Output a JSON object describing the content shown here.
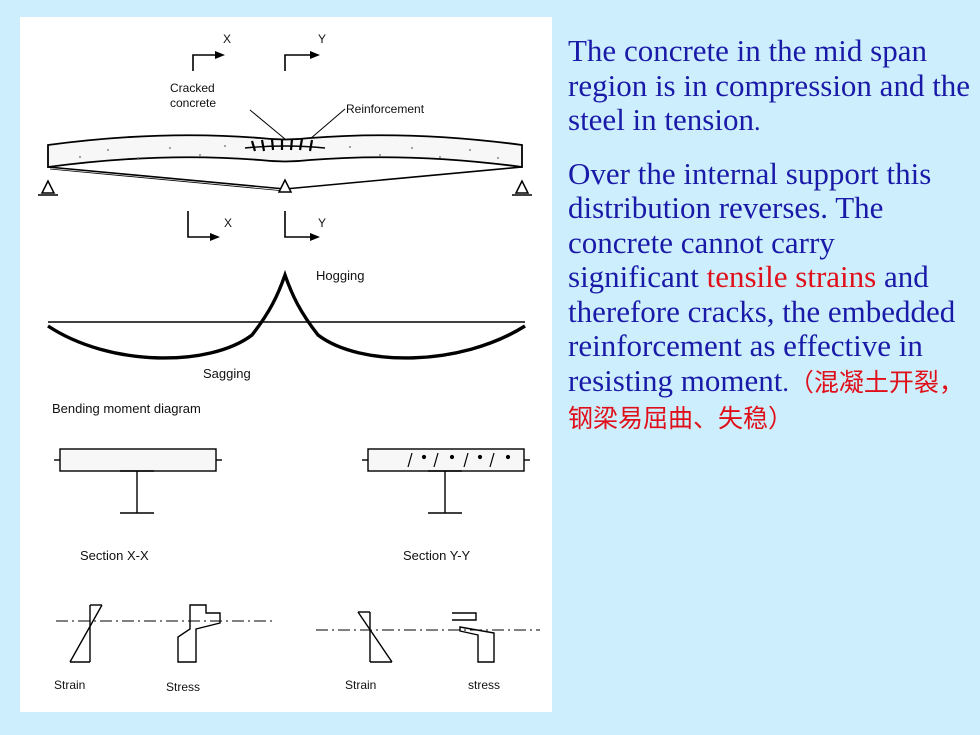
{
  "figure": {
    "section_marks": {
      "x": "X",
      "y": "Y"
    },
    "beam_labels": {
      "cracked_concrete_1": "Cracked",
      "cracked_concrete_2": "concrete",
      "reinforcement": "Reinforcement"
    },
    "bmd_labels": {
      "hogging": "Hogging",
      "sagging": "Sagging",
      "title": "Bending moment diagram"
    },
    "section_labels": {
      "xx": "Section X-X",
      "yy": "Section Y-Y"
    },
    "distribution_labels": {
      "strain_x": "Strain",
      "stress_x": "Stress",
      "strain_y": "Strain",
      "stress_y": "stress"
    }
  },
  "text": {
    "para1_a": "The concrete in the mid span region is in compression and the steel in tension",
    "para1_end": ".",
    "para2_a": "Over the internal support this distribution reverses",
    "para2_b": ". The concrete cannot carry significant ",
    "para2_red": "tensile strains",
    "para2_c": " and therefore cracks,  the embedded reinforcement as effective in resisting moment",
    "para2_d": ".",
    "para2_cn": "（混凝土开裂，钢梁易屈曲、失稳）"
  },
  "colors": {
    "background": "#cdeffd",
    "text_blue": "#1a1aa8",
    "text_red": "#e0101a"
  }
}
